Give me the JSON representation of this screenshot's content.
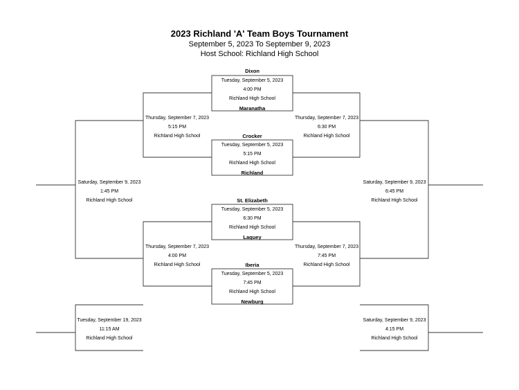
{
  "header": {
    "title": "2023 Richland 'A' Team Boys Tournament",
    "dates": "September 5, 2023 To September 9, 2023",
    "host": "Host School: Richland High School"
  },
  "bracket": {
    "teams": {
      "dixon": "Dixon",
      "maranatha": "Maranatha",
      "crocker": "Crocker",
      "richland": "Richland",
      "st_elizabeth": "St. Elizabeth",
      "laquey": "Laquey",
      "iberia": "Iberia",
      "newburg": "Newburg"
    },
    "games": {
      "g1": {
        "date": "Tuesday, September 5, 2023",
        "time": "4:00 PM",
        "site": "Richland High School"
      },
      "g2": {
        "date": "Tuesday, September 5, 2023",
        "time": "5:15 PM",
        "site": "Richland High School"
      },
      "g3": {
        "date": "Tuesday, September 5, 2023",
        "time": "6:30 PM",
        "site": "Richland High School"
      },
      "g4": {
        "date": "Tuesday, September 5, 2023",
        "time": "7:45 PM",
        "site": "Richland High School"
      },
      "semi_left_top": {
        "date": "Thursday, September 7, 2023",
        "time": "5:15 PM",
        "site": "Richland High School"
      },
      "semi_right_top": {
        "date": "Thursday, September 7, 2023",
        "time": "6:30 PM",
        "site": "Richland High School"
      },
      "semi_left_bottom": {
        "date": "Thursday, September 7, 2023",
        "time": "4:00 PM",
        "site": "Richland High School"
      },
      "semi_right_bottom": {
        "date": "Thursday, September 7, 2023",
        "time": "7:45 PM",
        "site": "Richland High School"
      },
      "final_left": {
        "date": "Saturday, September 9, 2023",
        "time": "1:45 PM",
        "site": "Richland High School"
      },
      "final_right": {
        "date": "Saturday, September 9, 2023",
        "time": "6:45 PM",
        "site": "Richland High School"
      },
      "bottom_left": {
        "date": "Tuesday, September 19, 2023",
        "time": "11:15 AM",
        "site": "Richland High School"
      },
      "bottom_right": {
        "date": "Saturday, September 9, 2023",
        "time": "4:15 PM",
        "site": "Richland High School"
      }
    }
  }
}
